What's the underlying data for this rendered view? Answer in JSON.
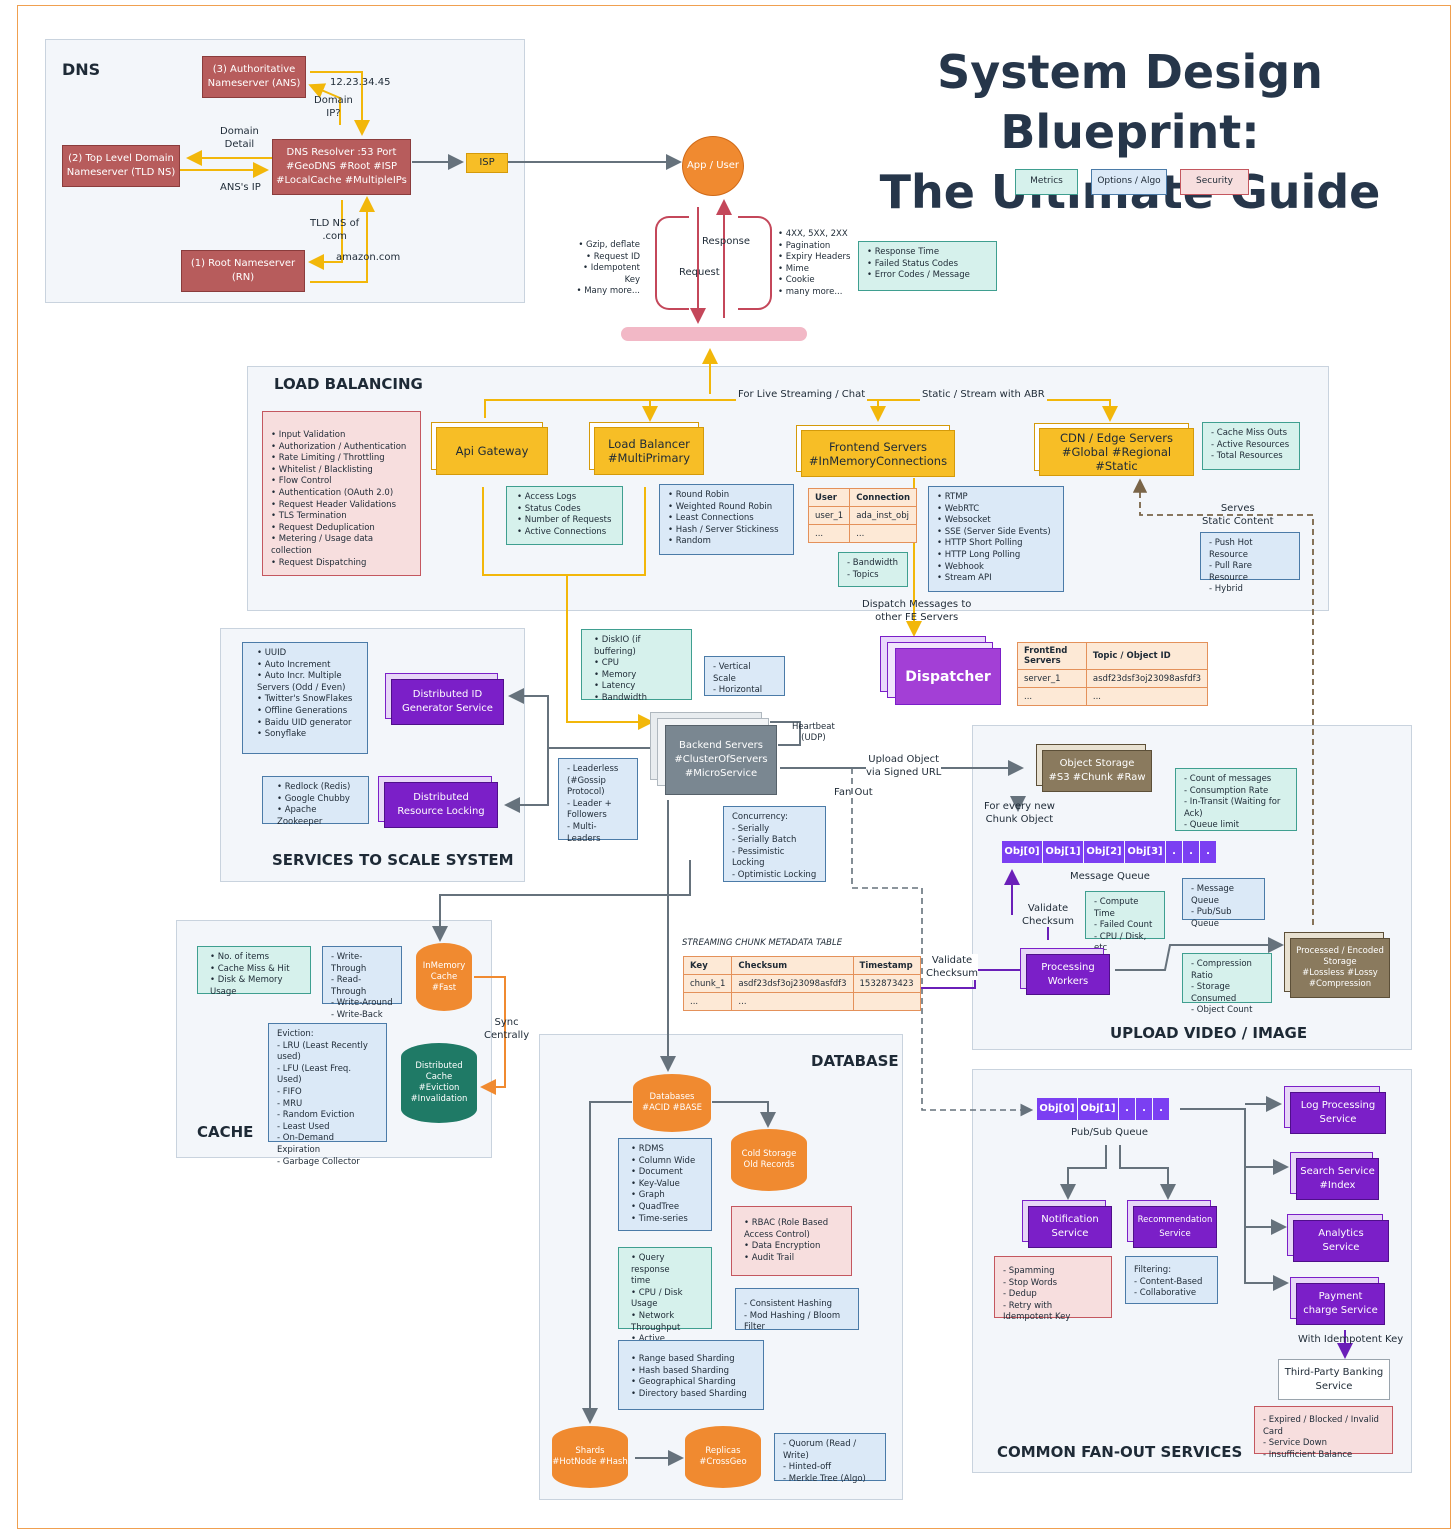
{
  "title": {
    "line1": "System Design Blueprint:",
    "line2": "The Ultimate Guide"
  },
  "legend": [
    "Metrics",
    "Options / Algo",
    "Security"
  ],
  "colors": {
    "yellow": "#f7be26",
    "purple": "#7b1fc8",
    "dns": "#b75c5c",
    "orange": "#f08a30",
    "green": "#1f7a66",
    "brown": "#8a7a5e",
    "gray": "#7a8791"
  },
  "dns": {
    "title": "DNS",
    "ans": "(3) Authoritative\nNameserver (ANS)",
    "tld": "(2) Top Level Domain\nNameserver (TLD NS)",
    "root": "(1) Root Nameserver\n(RN)",
    "resolver": "DNS Resolver :53 Port\n#GeoDNS #Root #ISP\n#LocalCache #MultipleIPs",
    "ip_label": "12.23.34.45",
    "domain_ip": "Domain\nIP?",
    "domain_detail": "Domain\nDetail",
    "ans_ip": "ANS's IP",
    "tld_ns": "TLD NS of\n.com",
    "amazon": "amazon.com"
  },
  "isp": "ISP",
  "app_user": "App / User",
  "req": {
    "response": "Response",
    "request": "Request",
    "req_items": "• Gzip, deflate\n• Request ID\n• Idempotent Key\n• Many more...",
    "res_items": "• 4XX, 5XX, 2XX\n• Pagination\n• Expiry Headers\n• Mime\n• Cookie\n• many more...",
    "metrics": "• Response Time\n• Failed Status Codes\n• Error Codes / Message"
  },
  "lb": {
    "title": "LOAD BALANCING",
    "security": "• Input Validation\n• Authorization / Authentication\n• Rate Limiting / Throttling\n• Whitelist / Blacklisting\n• Flow Control\n• Authentication (OAuth 2.0)\n• Request Header Validations\n• TLS Termination\n• Request Deduplication\n• Metering / Usage data collection\n• Request Dispatching",
    "api_gateway": "Api Gateway",
    "load_balancer": "Load Balancer\n#MultiPrimary",
    "frontend": "Frontend Servers\n#InMemoryConnections",
    "cdn": "CDN / Edge Servers\n#Global #Regional #Static",
    "live": "For Live Streaming / Chat",
    "static": "Static / Stream with ABR",
    "lb_metrics": "• Access Logs\n• Status Codes\n• Number of Requests\n• Active Connections",
    "lb_algos": "• Round Robin\n• Weighted Round Robin\n• Least Connections\n• Hash / Server Stickiness\n• Random",
    "conn_table": [
      [
        "User",
        "Connection"
      ],
      [
        "user_1",
        "ada_inst_obj"
      ],
      [
        "...",
        "..."
      ]
    ],
    "fe_metrics": "- Bandwidth\n- Topics",
    "fe_protocols": "• RTMP\n• WebRTC\n• Websocket\n• SSE (Server Side Events)\n• HTTP Short Polling\n• HTTP Long Polling\n• Webhook\n• Stream API",
    "cdn_metrics": "- Cache Miss Outs\n- Active Resources\n- Total Resources",
    "serves": "Serves\nStatic Content",
    "cdn_options": "- Push Hot Resource\n- Pull Rare Resource\n- Hybrid"
  },
  "dispatch": {
    "label": "Dispatch Messages to\nother FE Servers",
    "name": "Dispatcher",
    "table": [
      [
        "FrontEnd Servers",
        "Topic / Object ID"
      ],
      [
        "server_1",
        "asdf23dsf3oj23098asfdf3"
      ],
      [
        "...",
        "..."
      ]
    ]
  },
  "backend": {
    "name": "Backend Servers\n#ClusterOfServers\n#MicroService",
    "metrics": "• DiskIO (if buffering)\n• CPU\n• Memory\n• Latency\n• Bandwidth",
    "scale": "- Vertical Scale\n- Horizontal",
    "heartbeat": "Heartbeat\n(UDP)",
    "leader": "- Leaderless\n(#Gossip\nProtocol)\n- Leader +\nFollowers\n- Multi-Leaders",
    "concurrency": "Concurrency:\n- Serially\n- Serially Batch\n- Pessimistic Locking\n- Optimistic Locking",
    "upload": "Upload Object\nvia Signed URL",
    "fanout": "Fan Out"
  },
  "scale": {
    "title": "SERVICES TO SCALE SYSTEM",
    "id_options": "• UUID\n• Auto Increment\n• Auto Incr. Multiple\n  Servers (Odd / Even)\n• Twitter's SnowFlakes\n• Offline Generations\n• Baidu UID generator\n• Sonyflake",
    "id_gen": "Distributed ID\nGenerator Service",
    "lock_options": "• Redlock (Redis)\n• Google Chubby\n• Apache Zookeeper",
    "lock": "Distributed\nResource Locking"
  },
  "upload": {
    "title": "UPLOAD VIDEO / IMAGE",
    "object_storage": "Object Storage\n#S3 #Chunk #Raw",
    "chunk": "For every new\nChunk Object",
    "queue_metrics": "- Count of messages\n- Consumption Rate\n- In-Transit (Waiting for Ack)\n- Queue limit",
    "queue_items": [
      "Obj[0]",
      "Obj[1]",
      "Obj[2]",
      "Obj[3]",
      ".",
      ".",
      "."
    ],
    "queue_label": "Message Queue",
    "validate": "Validate\nChecksum",
    "worker_metrics": "- Compute Time\n- Failed Count\n- CPU / Disk, etc",
    "queue_options": "- Message Queue\n- Pub/Sub Queue",
    "workers": "Processing\nWorkers",
    "processed_metrics": "- Compression Ratio\n- Storage Consumed\n- Object Count",
    "processed": "Processed / Encoded\nStorage\n#Lossless #Lossy\n#Compression"
  },
  "chunk_table": {
    "title": "STREAMING CHUNK METADATA TABLE",
    "rows": [
      [
        "Key",
        "Checksum",
        "Timestamp"
      ],
      [
        "chunk_1",
        "asdf23dsf3oj23098asfdf3",
        "1532873423"
      ],
      [
        "...",
        "...",
        ""
      ]
    ],
    "validate": "Validate\nChecksum"
  },
  "cache": {
    "title": "CACHE",
    "metrics": "• No. of items\n• Cache Miss & Hit\n• Disk & Memory Usage",
    "write": "- Write-Through\n- Read-Through\n- Write-Around\n- Write-Back",
    "inmemory": "InMemory\nCache\n#Fast",
    "sync": "Sync\nCentrally",
    "eviction": "Eviction:\n- LRU (Least Recently used)\n- LFU (Least Freq. Used)\n- FIFO\n- MRU\n- Random Eviction\n- Least Used\n- On-Demand Expiration\n- Garbage Collector",
    "distributed": "Distributed\nCache\n#Eviction\n#Invalidation"
  },
  "db": {
    "title": "DATABASE",
    "databases": "Databases\n#ACID #BASE",
    "cold": "Cold Storage\nOld Records",
    "types": "• RDMS\n• Column Wide\n• Document\n• Key-Value\n• Graph\n• QuadTree\n• Time-series",
    "security": "• RBAC (Role Based\n  Access Control)\n• Data Encryption\n• Audit Trail",
    "metrics": "• Query response\n  time\n• CPU / Disk Usage\n• Network Throughput\n• Active Connections\n• Storage",
    "hashing": "- Consistent Hashing\n- Mod Hashing / Bloom Filter",
    "sharding": "• Range based Sharding\n• Hash based Sharding\n• Geographical Sharding\n• Directory based Sharding",
    "shards": "Shards\n#HotNode #Hash",
    "replicas": "Replicas\n#CrossGeo",
    "quorum": "- Quorum (Read / Write)\n- Hinted-off\n- Merkle Tree (Algo)"
  },
  "fanout": {
    "title": "COMMON FAN-OUT SERVICES",
    "queue_items": [
      "Obj[0]",
      "Obj[1]",
      ".",
      ".",
      "."
    ],
    "queue_label": "Pub/Sub Queue",
    "notification": "Notification\nService",
    "recommendation": "Recommendation\nService",
    "notif_options": "- Spamming\n- Stop Words\n- Dedup\n- Retry with Idempotent Key",
    "filtering": "Filtering:\n- Content-Based\n- Collaborative",
    "log": "Log Processing\nService",
    "search": "Search Service\n#Index",
    "analytics": "Analytics\nService",
    "payment": "Payment\ncharge Service",
    "idempotent": "With Idempotent Key",
    "banking": "Third-Party Banking\nService",
    "banking_errors": "- Expired / Blocked / Invalid Card\n- Service Down\n- Insufficient Balance"
  }
}
